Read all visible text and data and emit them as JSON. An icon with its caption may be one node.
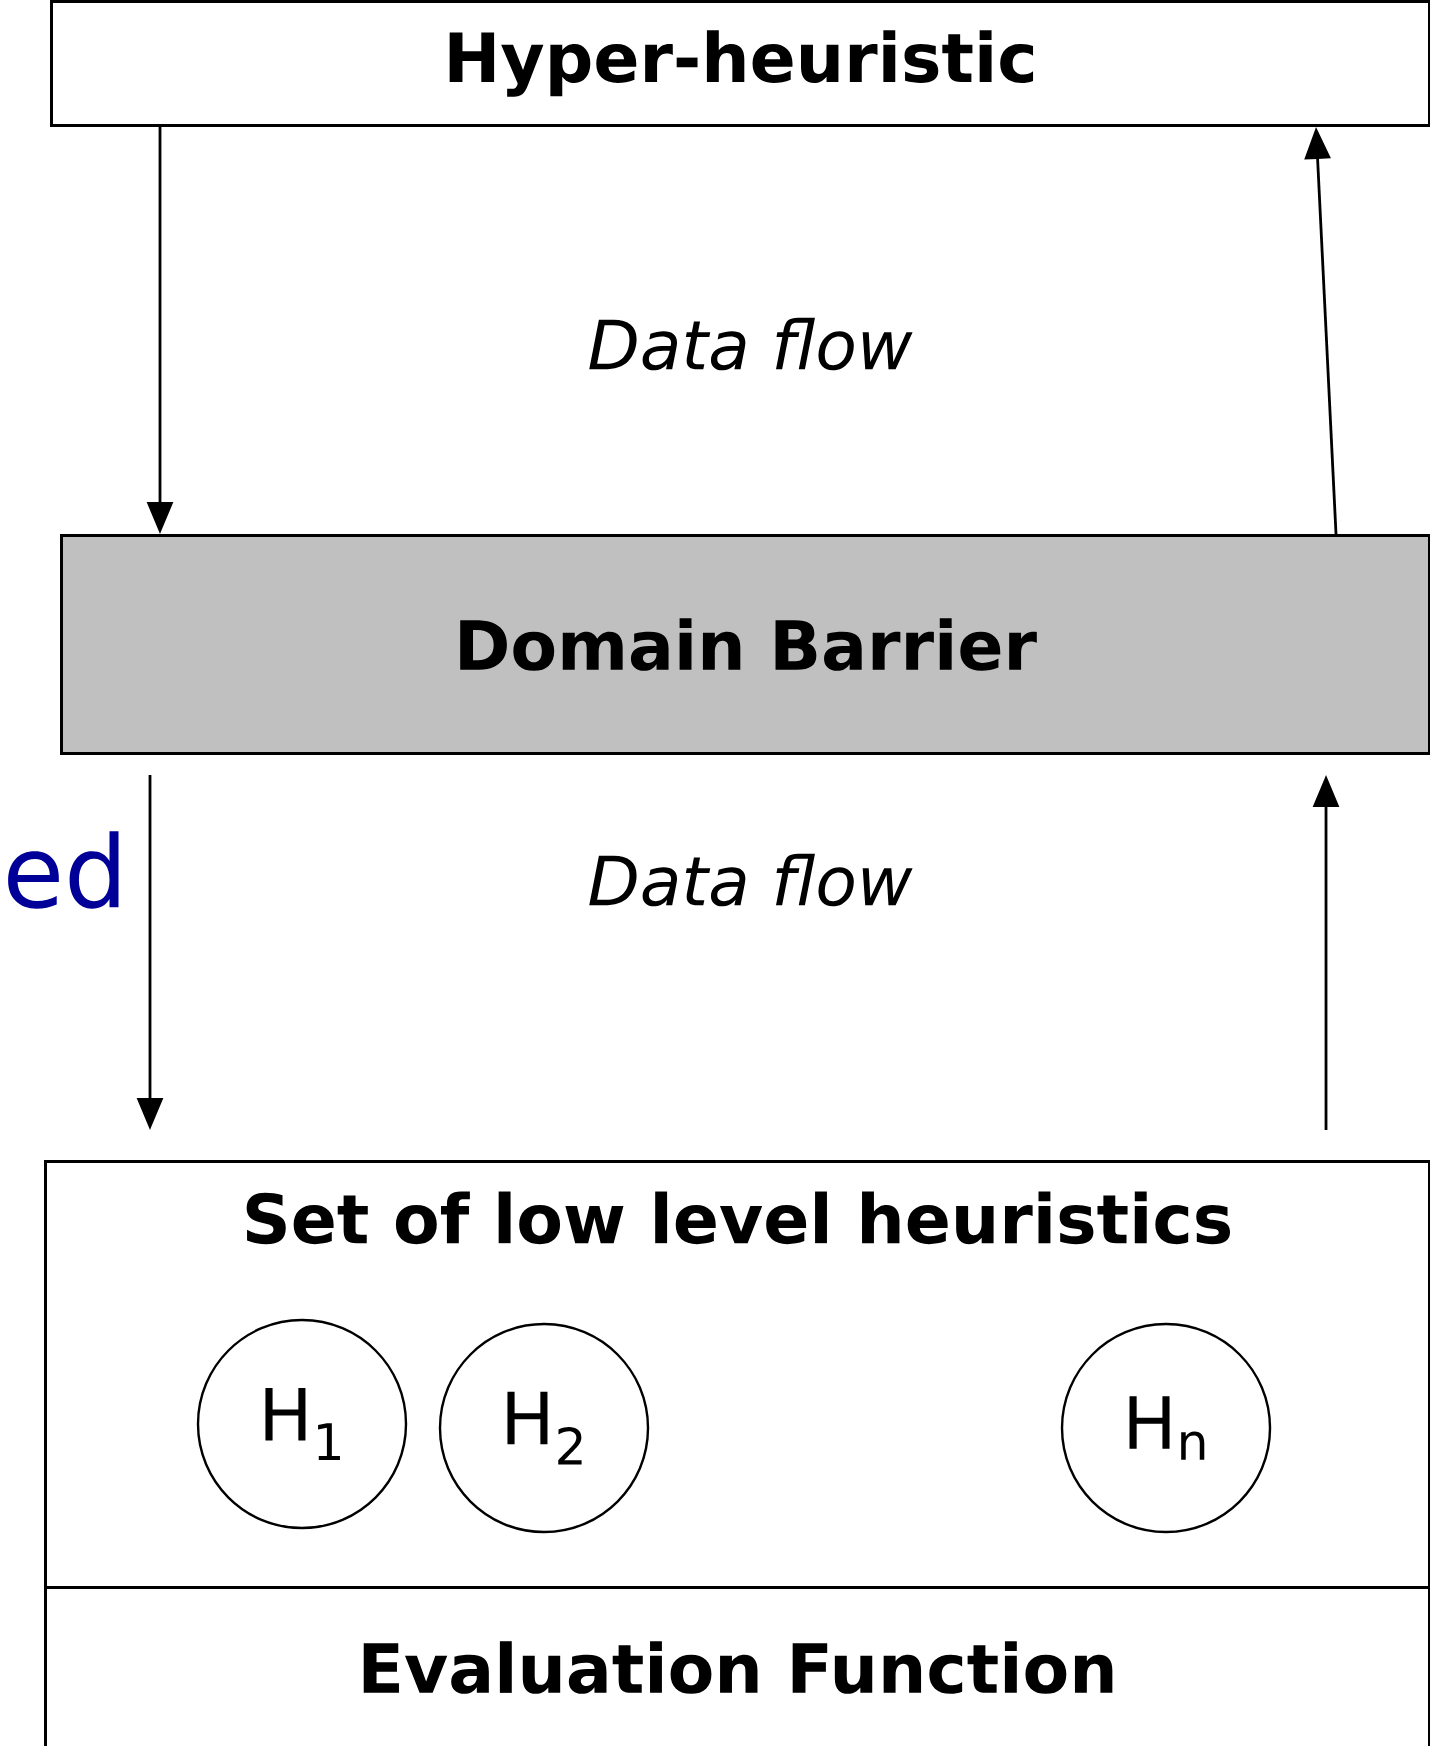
{
  "diagram": {
    "nodes": [
      {
        "text": [
          "Hyper-heuristic"
        ]
      },
      {
        "text": [
          "Domain Barrier"
        ]
      },
      {
        "text": [
          "Set of low level heuristics"
        ]
      },
      {
        "text": [
          "H$_{1}$"
        ],
        "in": 2
      },
      {
        "text": [
          "H$_{2}$"
        ],
        "in": 2
      },
      {
        "text": [
          "H$_{n}$"
        ],
        "in": 2
      },
      {
        "text": [
          "Evaluation Function"
        ]
      }
    ],
    "edges": [
      {
        "from": 0,
        "to": 1,
        "arrow": "to"
      },
      {
        "from": 1,
        "to": 0,
        "arrow": "to"
      },
      {
        "from": 1,
        "to": 2,
        "arrow": "to"
      },
      {
        "from": 2,
        "to": 1,
        "arrow": "to"
      }
    ],
    "labels": [
      "Data flow",
      "ed",
      "Data flow"
    ]
  }
}
